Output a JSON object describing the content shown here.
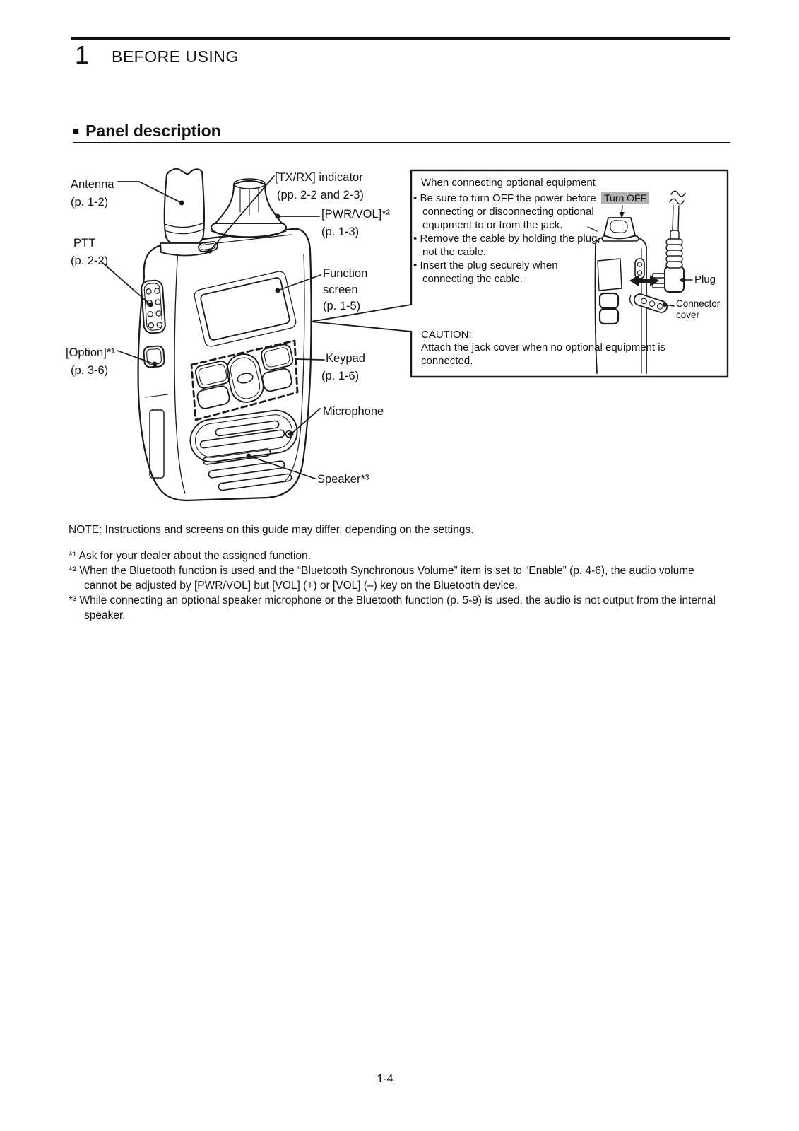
{
  "page": {
    "chapter_number": "1",
    "chapter_title": "BEFORE USING",
    "section_marker": "■",
    "section_title": "Panel description",
    "note": "NOTE: Instructions and screens on this guide may differ, depending on the settings.",
    "page_number": "1-4"
  },
  "device_labels": {
    "antenna": {
      "name": "Antenna",
      "ref": "(p. 1-2)"
    },
    "ptt": {
      "name": "PTT",
      "ref": "(p. 2-2)"
    },
    "option": {
      "name": "[Option]*¹",
      "ref": "(p. 3-6)"
    },
    "txrx": {
      "name": "[TX/RX] indicator",
      "ref": "(pp. 2-2 and 2-3)"
    },
    "pwrvol": {
      "name": "[PWR/VOL]*²",
      "ref": "(p. 1-3)"
    },
    "function_screen": {
      "line1": "Function",
      "line2": "screen",
      "ref": "(p. 1-5)"
    },
    "keypad": {
      "name": "Keypad",
      "ref": "(p. 1-6)"
    },
    "microphone": {
      "name": "Microphone"
    },
    "speaker": {
      "name": "Speaker*³"
    }
  },
  "sidebox": {
    "title": "When connecting optional equipment",
    "bullet_char": "•",
    "bullets": [
      "Be sure to turn OFF the power before connecting or disconnecting optional equipment to or from the jack.",
      "Remove the cable by holding the plug, not the cable.",
      "Insert the plug securely when connecting the cable."
    ],
    "turn_off_label": "Turn OFF",
    "plug_label": "Plug",
    "connector_cover_line1": "Connector",
    "connector_cover_line2": "cover",
    "caution_title": "CAUTION:",
    "caution_text": "Attach the jack cover when no optional equipment is connected."
  },
  "footnotes": [
    {
      "marker": "*¹",
      "text": " Ask for your dealer about the assigned function."
    },
    {
      "marker": "*²",
      "text": " When the Bluetooth function is used and the “Bluetooth Synchronous Volume” item is set to “Enable” (p. 4-6), the audio volume cannot be adjusted by [PWR/VOL] but [VOL] (+) or [VOL] (–) key on the Bluetooth device."
    },
    {
      "marker": "*³",
      "text": " While connecting an optional speaker microphone or the Bluetooth function (p. 5-9) is used, the audio is not output from the internal speaker."
    }
  ],
  "colors": {
    "ink": "#111111",
    "highlight_bg": "#b2b2b2"
  }
}
